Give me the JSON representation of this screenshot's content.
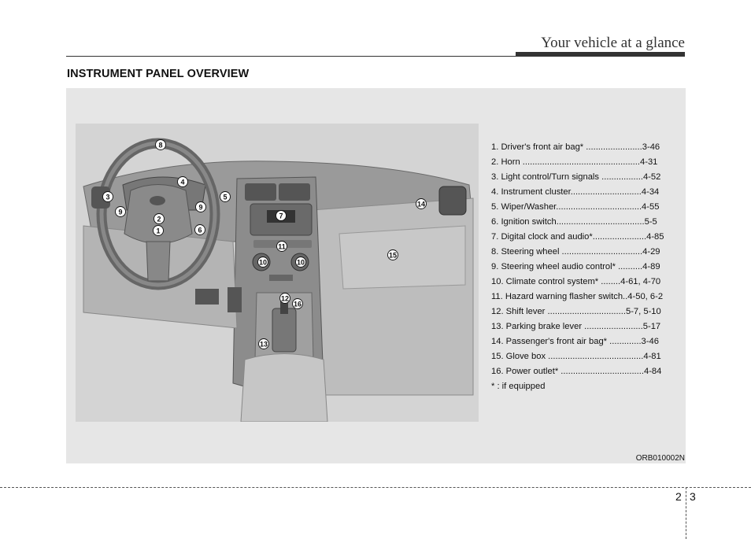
{
  "header": {
    "title": "Your vehicle at a glance"
  },
  "section": {
    "title": "INSTRUMENT PANEL OVERVIEW"
  },
  "legend": {
    "items": [
      "1. Driver's front air bag* .......................3-46",
      "2. Horn ................................................4-31",
      "3. Light control/Turn signals .................4-52",
      "4. Instrument cluster.............................4-34",
      "5. Wiper/Washer...................................4-55",
      "6. Ignition switch....................................5-5",
      "7. Digital clock and audio*......................4-85",
      "8. Steering wheel .................................4-29",
      "9. Steering wheel audio control* ..........4-89",
      "10. Climate control system* ........4-61, 4-70",
      "11. Hazard warning flasher switch..4-50, 6-2",
      "12. Shift lever ................................5-7, 5-10",
      "13. Parking brake lever ........................5-17",
      "14. Passenger's front air bag* .............3-46",
      "15. Glove box .......................................4-81",
      "16. Power outlet* ..................................4-84"
    ],
    "footnote": "* : if equipped"
  },
  "figure": {
    "code": "ORB010002N",
    "callouts": [
      "8",
      "4",
      "3",
      "5",
      "9",
      "9",
      "2",
      "6",
      "1",
      "7",
      "14",
      "11",
      "10",
      "10",
      "15",
      "12",
      "16",
      "13"
    ]
  },
  "footer": {
    "page_left": "2",
    "page_right": "3"
  }
}
